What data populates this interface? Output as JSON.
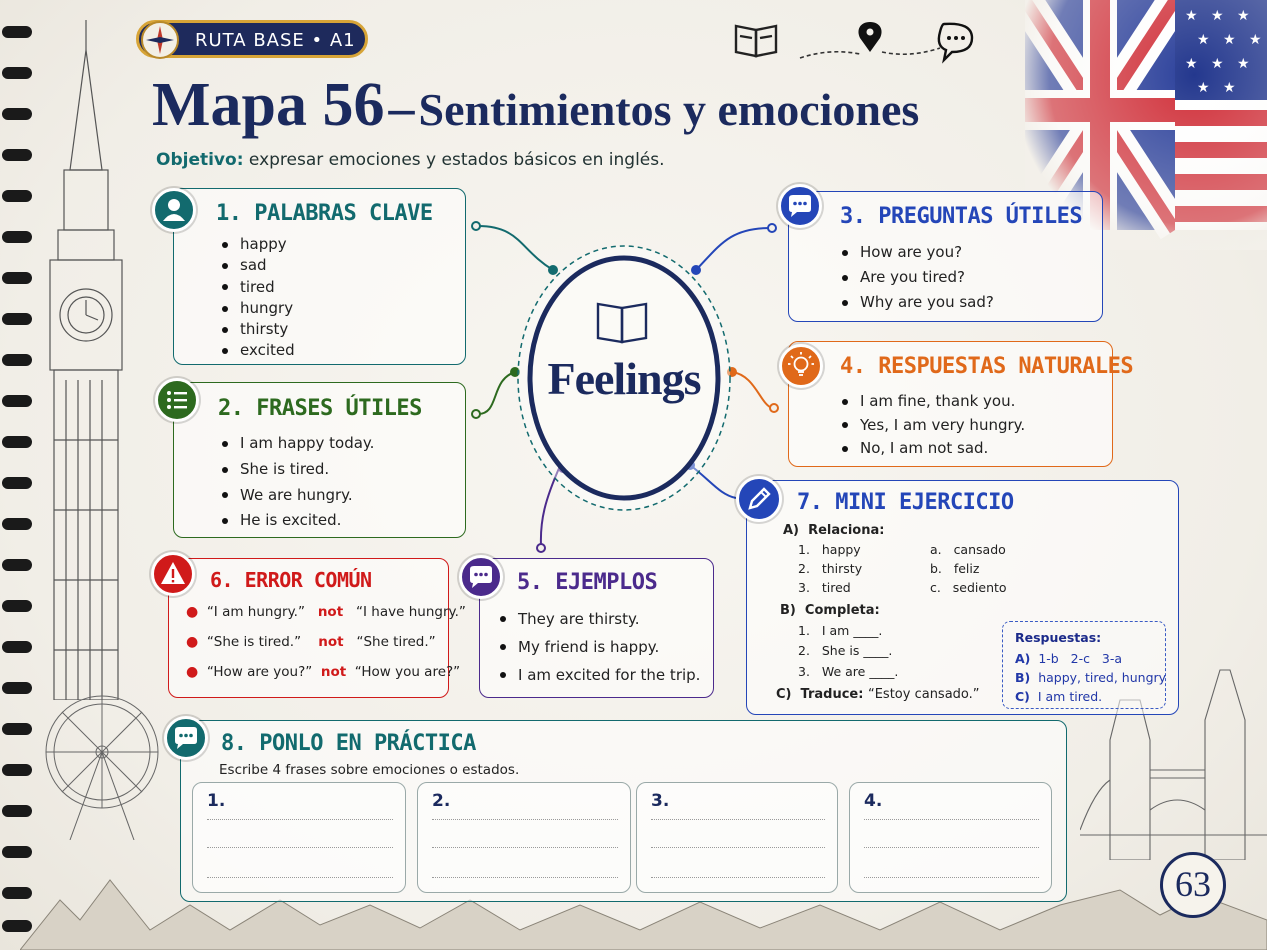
{
  "header": {
    "badge_text": "RUTA BASE • A1",
    "title_main": "Mapa 56",
    "title_dash": "–",
    "title_sub": "Sentimientos y emociones",
    "objective_label": "Objetivo:",
    "objective_text": "expresar emociones y estados básicos en inglés.",
    "header_icons": [
      "book-icon",
      "map-pin-icon",
      "chat-bubble-icon"
    ]
  },
  "center": {
    "label": "Feelings",
    "icon": "book-icon"
  },
  "sections": {
    "keywords": {
      "title": "1. PALABRAS CLAVE",
      "icon": "person-icon",
      "items": [
        "happy",
        "sad",
        "tired",
        "hungry",
        "thirsty",
        "excited"
      ],
      "color": "#126a6e"
    },
    "phrases": {
      "title": "2. FRASES ÚTILES",
      "icon": "list-icon",
      "items": [
        "I am happy today.",
        "She is tired.",
        "We are hungry.",
        "He is excited."
      ],
      "color": "#2d6a1f"
    },
    "questions": {
      "title": "3. PREGUNTAS ÚTILES",
      "icon": "chat-bubble-icon",
      "items": [
        "How are you?",
        "Are you tired?",
        "Why are you sad?"
      ],
      "color": "#2446b8"
    },
    "answers": {
      "title": "4. RESPUESTAS NATURALES",
      "icon": "lightbulb-icon",
      "items": [
        "I am fine, thank you.",
        "Yes, I am very hungry.",
        "No, I am not sad."
      ],
      "color": "#e0691a"
    },
    "examples": {
      "title": "5. EJEMPLOS",
      "icon": "chat-bubble-icon",
      "items": [
        "They are thirsty.",
        "My friend is happy.",
        "I am excited for the trip."
      ],
      "color": "#4b2a8c"
    },
    "errors": {
      "title": "6. ERROR COMÚN",
      "icon": "warning-icon",
      "color": "#d01a1a",
      "items": [
        {
          "right": "“I am hungry.”",
          "not": "not",
          "wrong": "“I have hungry.”"
        },
        {
          "right": "“She is tired.”",
          "not": "not",
          "wrong": "“She tired.”"
        },
        {
          "right": "“How are you?”",
          "not": "not",
          "wrong": "“How you are?”"
        }
      ]
    },
    "exercise": {
      "title": "7. MINI EJERCICIO",
      "icon": "pencil-icon",
      "color": "#2446b8",
      "a_label": "A)",
      "a_title": "Relaciona:",
      "a_left": [
        {
          "n": "1.",
          "t": "happy"
        },
        {
          "n": "2.",
          "t": "thirsty"
        },
        {
          "n": "3.",
          "t": "tired"
        }
      ],
      "a_right": [
        {
          "n": "a.",
          "t": "cansado"
        },
        {
          "n": "b.",
          "t": "feliz"
        },
        {
          "n": "c.",
          "t": "sediento"
        }
      ],
      "b_label": "B)",
      "b_title": "Completa:",
      "b_items": [
        {
          "n": "1.",
          "t": "I am ____."
        },
        {
          "n": "2.",
          "t": "She is ____."
        },
        {
          "n": "3.",
          "t": "We are ____."
        }
      ],
      "c_label": "C)",
      "c_title": "Traduce:",
      "c_text": "“Estoy cansado.”",
      "key_title": "Respuestas:",
      "key": [
        {
          "l": "A)",
          "t": "1-b   2-c   3-a"
        },
        {
          "l": "B)",
          "t": "happy, tired, hungry"
        },
        {
          "l": "C)",
          "t": "I am tired."
        }
      ]
    },
    "practice": {
      "title": "8. PONLO EN PRÁCTICA",
      "icon": "chat-bubble-icon",
      "color": "#126a6e",
      "instruction": "Escribe 4 frases sobre emociones o estados.",
      "boxes": [
        "1.",
        "2.",
        "3.",
        "4."
      ]
    }
  },
  "footer": {
    "page_number": "63"
  }
}
